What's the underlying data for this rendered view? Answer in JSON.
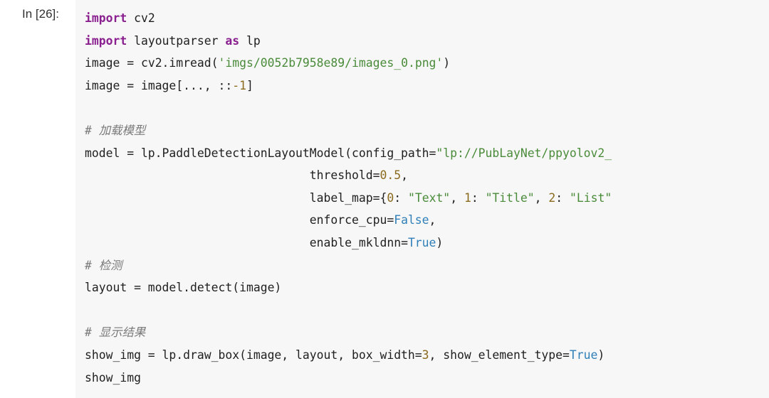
{
  "cell": {
    "prompt": "In [26]:",
    "tokens": {
      "import": "import",
      "as": "as",
      "cv2": "cv2",
      "lp": "lp",
      "layoutparser": "layoutparser",
      "image": "image",
      "eq": " = ",
      "imread_call": "cv2.imread(",
      "img_path": "'imgs/0052b7958e89/images_0.png'",
      "close_paren": ")",
      "slice_open": "image[..., ::",
      "neg_one": "-1",
      "slice_close": "]",
      "comment_load": "# 加载模型",
      "model_assign": "model = lp.PaddleDetectionLayoutModel(config_path=",
      "config_path": "\"lp://PubLayNet/ppyolov2_",
      "pad": "                                ",
      "threshold_kw": "threshold=",
      "threshold_val": "0.5",
      "comma": ",",
      "label_map_kw": "label_map={",
      "k0": "0",
      "v_text": "\"Text\"",
      "k1": "1",
      "v_title": "\"Title\"",
      "k2": "2",
      "v_list": "\"List\"",
      "colon_sp": ": ",
      "comma_sp": ", ",
      "enforce_kw": "enforce_cpu=",
      "false": "False",
      "mkldnn_kw": "enable_mkldnn=",
      "true": "True",
      "comment_detect": "# 检测",
      "layout_assign": "layout = model.detect(image)",
      "comment_show": "# 显示结果",
      "show_assign": "show_img = lp.draw_box(image, layout, box_width=",
      "box_width": "3",
      "show_elem": ", show_element_type=",
      "show_img": "show_img"
    }
  }
}
